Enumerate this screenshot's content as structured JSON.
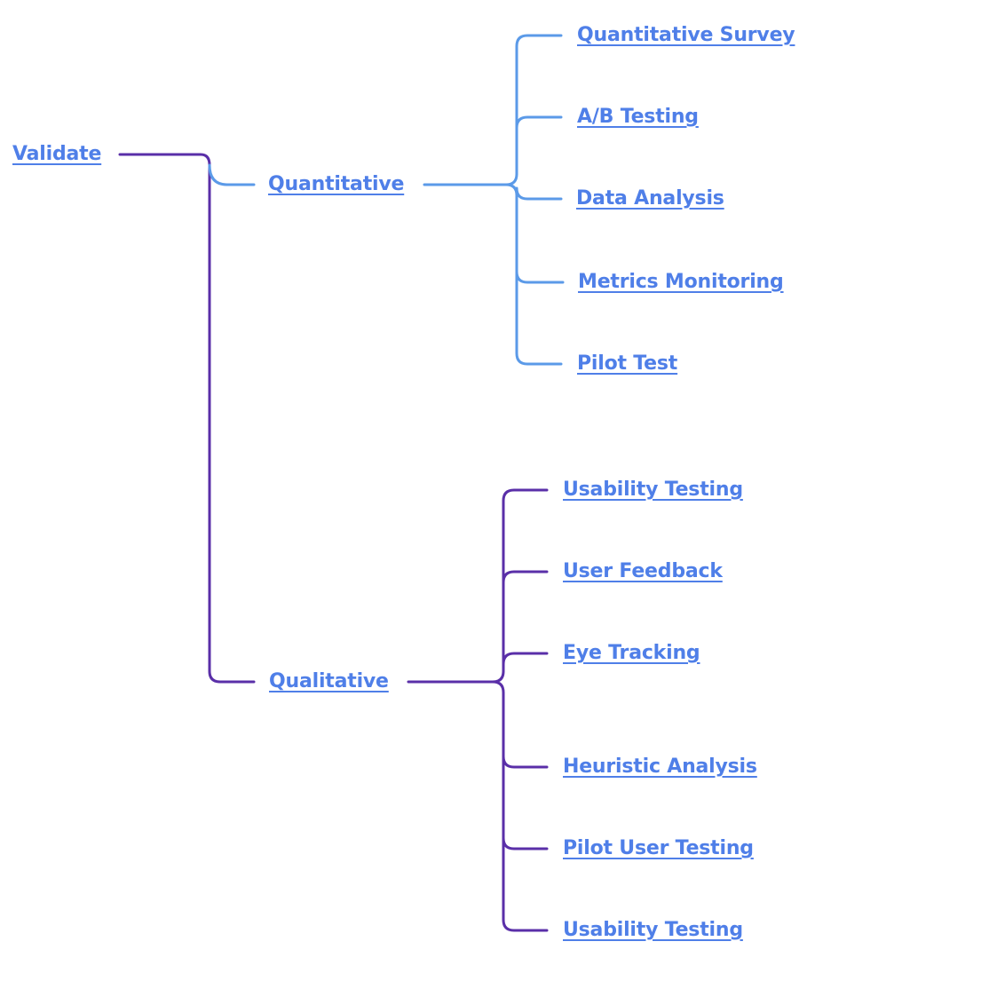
{
  "colors": {
    "link_text": "#4f7fe8",
    "quantitative_branch": "#5b9ae8",
    "qualitative_branch": "#5a2fa8"
  },
  "mindmap": {
    "root": {
      "label": "Validate"
    },
    "branches": [
      {
        "label": "Quantitative",
        "children": [
          "Quantitative Survey",
          "A/B Testing",
          "Data Analysis",
          "Metrics Monitoring",
          "Pilot Test"
        ]
      },
      {
        "label": "Qualitative",
        "children": [
          "Usability Testing",
          "User Feedback",
          "Eye Tracking",
          "Heuristic Analysis",
          "Pilot User Testing",
          "Usability Testing"
        ]
      }
    ]
  }
}
